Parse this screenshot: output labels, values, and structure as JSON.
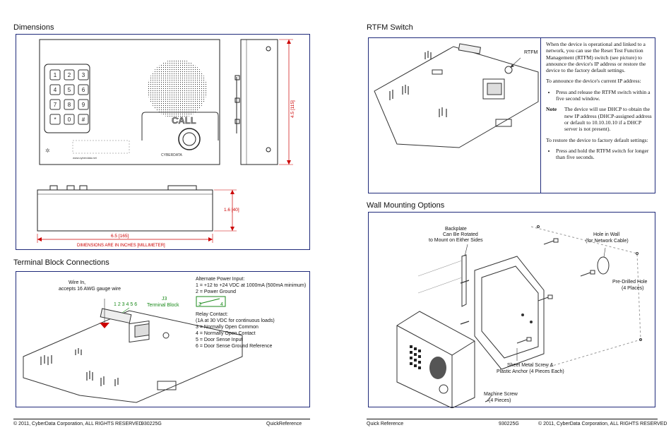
{
  "left": {
    "dimensions_title": "Dimensions",
    "dim_height": "4.5 [115]",
    "dim_depth": "1.6 [40]",
    "dim_width": "6.5 [165]",
    "dim_note": "DIMENSIONS ARE IN INCHES [MILLIMETER]",
    "terminal_title": "Terminal Block Connections",
    "wire_label_1": "Wire In,",
    "wire_label_2": "accepts 16 AWG gauge wire",
    "j3_label": "J3",
    "terminal_block_label": "Terminal Block",
    "pin_numbers": "1 2 3 4 5 6",
    "alt_power_title": "Alternate Power Input:",
    "alt_power_lines": [
      "1 = +12 to +24 VDC at 1000mA (500mA minimum)",
      "2 = Power Ground"
    ],
    "relay_title": "Relay Contact:",
    "relay_lines": [
      "(1A at 30 VDC for continuous loads)",
      "3 = Normally Open Common",
      "4 = Normally Open Contact",
      "5 = Door Sense Input",
      "6 = Door Sense Ground Reference"
    ],
    "relay_pin_a": "3",
    "relay_pin_b": "4",
    "footer_copyright": "© 2011, CyberData Corporation, ALL RIGHTS RESERVED",
    "footer_docnum": "930225G",
    "footer_title": "QuickReference"
  },
  "right": {
    "rtfm_title": "RTFM Switch",
    "rtfm_label": "RTFM",
    "rtfm_intro": "When the device is operational and linked to a network, you can use the Reset Test Function Management (RTFM) switch (see picture) to announce the device's IP address or restore the device to the factory default settings.",
    "announce_intro": "To announce the device's current IP address:",
    "announce_step": "Press and release the RTFM switch within a five second window.",
    "note_label": "Note",
    "note_text": "The device will use DHCP to obtain the new IP address (DHCP-assigned address or default to 10.10.10.10 if a DHCP server is not present).",
    "restore_intro": "To restore the device to factory default settings:",
    "restore_step": "Press and hold the RTFM switch for longer than five seconds.",
    "wall_title": "Wall Mounting Options",
    "backplate_label": [
      "Backplate",
      "Can Be Rotated",
      "to Mount on Either Sides"
    ],
    "hole_label": [
      "Hole in Wall",
      "(for Network Cable)"
    ],
    "predrilled_label": [
      "Pre-Drilled Hole",
      "(4 Places)"
    ],
    "sheet_metal_label": [
      "Sheet Metal Screw &",
      "Plastic Anchor (4 Pieces Each)"
    ],
    "machine_screw_label": [
      "Machine Screw",
      "(4 Pieces)"
    ],
    "footer_title": "Quick Reference",
    "footer_docnum": "930225G",
    "footer_copyright": "© 2011, CyberData Corporation, ALL RIGHTS RESERVED"
  },
  "device": {
    "call_label": "CALL",
    "keypad_keys": [
      "1",
      "2",
      "3",
      "4",
      "5",
      "6",
      "7",
      "8",
      "9",
      "*",
      "0",
      "#"
    ],
    "brand_small": "www.cyberdata.net",
    "brand_right": "CYBERDATA"
  }
}
